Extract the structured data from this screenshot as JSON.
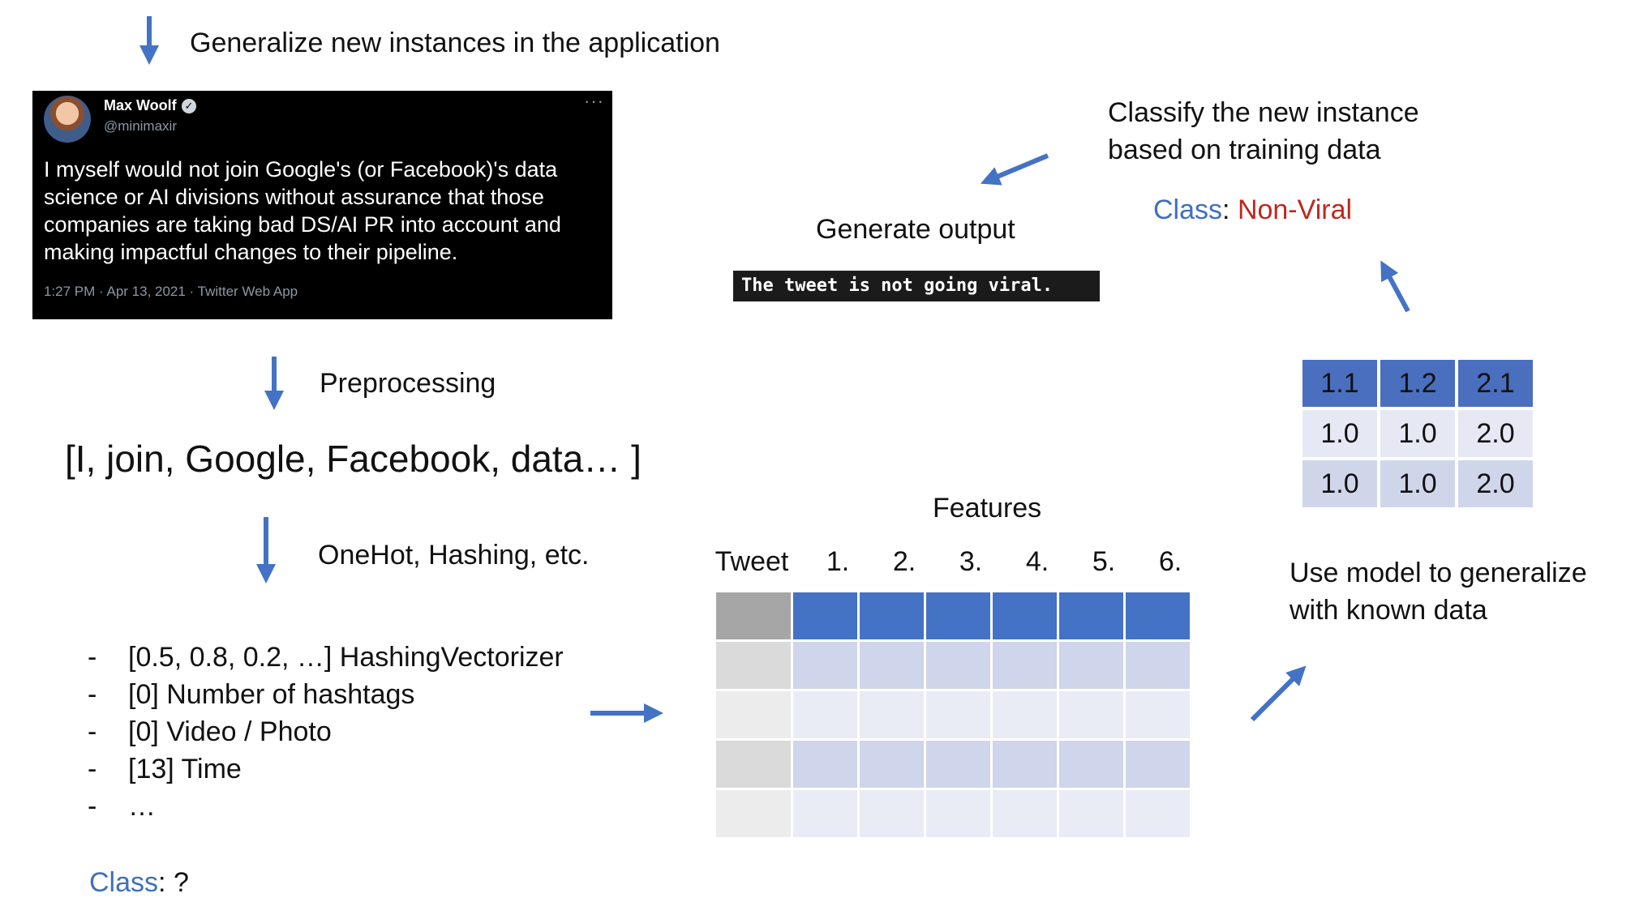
{
  "top_step": "Generalize new instances in the application",
  "tweet": {
    "name": "Max Woolf",
    "handle": "@minimaxir",
    "more": "···",
    "body": "I myself would not join Google's (or Facebook)'s data science or AI divisions without assurance that those companies are taking bad DS/AI PR into account and making impactful changes to their pipeline.",
    "meta": "1:27 PM · Apr 13, 2021 · Twitter Web App"
  },
  "preprocessing_label": "Preprocessing",
  "tokens": "[I, join, Google, Facebook, data… ]",
  "encoding_label": "OneHot, Hashing, etc.",
  "feature_list": [
    "[0.5, 0.8, 0.2, …] HashingVectorizer",
    "[0] Number of hashtags",
    "[0] Video / Photo",
    "[13] Time",
    "…"
  ],
  "bullet": "-",
  "class_unknown": {
    "label": "Class",
    "sep": ": ",
    "value": "?"
  },
  "features_title": "Features",
  "features_headers": [
    "Tweet",
    "1.",
    "2.",
    "3.",
    "4.",
    "5.",
    "6."
  ],
  "model_table": [
    [
      "1.1",
      "1.2",
      "2.1"
    ],
    [
      "1.0",
      "1.0",
      "2.0"
    ],
    [
      "1.0",
      "1.0",
      "2.0"
    ]
  ],
  "use_model_label": "Use model to generalize with known data",
  "use_model_lines": [
    "Use model to generalize",
    "with known data"
  ],
  "classify_lines": [
    "Classify the new instance",
    "based on training data"
  ],
  "class_result": {
    "label": "Class",
    "sep": ": ",
    "value": "Non-Viral"
  },
  "generate_output_label": "Generate output",
  "console_output": "The tweet is not going viral.",
  "colors": {
    "arrow": "#4472c4",
    "class_label": "#3f6fbf",
    "non_viral": "#c0271d",
    "header_blue": "#4472c4"
  }
}
